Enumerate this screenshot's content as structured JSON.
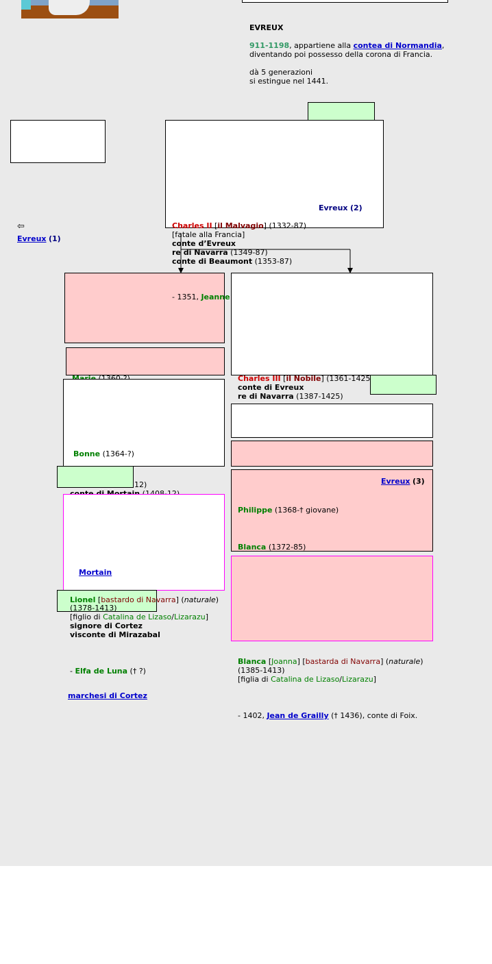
{
  "header": {
    "title": "EVREUX",
    "dates": "911-1198",
    "intro_a": ", appartiene alla ",
    "intro_link": "contea di Normandia",
    "intro_b": ",",
    "intro_line2": "diventando poi possesso della corona di Francia.",
    "generations": "dà 5 generazioni",
    "extinct": "si estingue nel 1441."
  },
  "nav": {
    "back_arrow": "⇦",
    "prev_link": "Evreux",
    "prev_num": "(1)",
    "next_link": "Evreux",
    "next_num": "(2)"
  },
  "charles2": {
    "name": "Charles II",
    "bracket_open": " [",
    "nick": "il Malvagio",
    "bracket_close": "]",
    "dates": " (1332-87)",
    "note": "[fatale alla Francia]",
    "t1": "conte d’Evreux",
    "t2": "re di Navarra",
    "t2d": " (1349-87)",
    "t3": "conte di Beaumont",
    "t3d": " (1353-87)",
    "marriage_prefix": "- 1351, ",
    "spouse": "Jeanne"
  },
  "children_left": {
    "marie": "Marie",
    "marie_d": " (1360-?)",
    "bonne": "Bonne",
    "bonne_d": " (1364-?)",
    "pierre_d": "12)",
    "pierre_t": "conte di Mortain",
    "pierre_td": " (1408-12)",
    "mortain_link": "Mortain",
    "lionel": "Lionel",
    "lionel_b1": " [",
    "lionel_note": "bastardo di Navarra",
    "lionel_b2": "] (",
    "lionel_nat": "naturale",
    "lionel_b3": ")",
    "lionel_d": "(1378-1413)",
    "lionel_f1": "[figlio di ",
    "lionel_m1": "Catalina de Lizaso",
    "lionel_sl": "/",
    "lionel_m2": "Lizarazu",
    "lionel_f2": "]",
    "lionel_t1": "signore di Cortez",
    "lionel_t2": "visconte di Mirazabal",
    "lionel_sp_prefix": "- ",
    "lionel_sp": "Elfa de Luna",
    "lionel_sp_d": " († ?)",
    "cortez_link": "marchesi di Cortez"
  },
  "children_right": {
    "charles3": "Charles III",
    "c3_b1": " [",
    "c3_nick": "il Nobile",
    "c3_b2": "]",
    "c3_d": " (1361-1425)",
    "c3_t1": "conte di Evreux",
    "c3_t2": "re di Navarra",
    "c3_t2d": " (1387-1425)",
    "evreux3_link": "Evreux",
    "evreux3_num": "(3)",
    "philippe": "Philippe",
    "philippe_d": " (1368-† giovane)",
    "blanca1": "Blanca",
    "blanca1_d": " (1372-85)",
    "blanca2": "Blanca",
    "b2_b1": " [",
    "b2_alt": "Joanna",
    "b2_b2": "] [",
    "b2_note": "bastarda di Navarra",
    "b2_b3": "] (",
    "b2_nat": "naturale",
    "b2_b4": ")",
    "b2_d": "(1385-1413)",
    "b2_f1": "[figlia di ",
    "b2_m1": "Catalina de Lizaso",
    "b2_sl": "/",
    "b2_m2": "Lizarazu",
    "b2_f2": "]",
    "b2_sp_prefix": "- 1402, ",
    "b2_sp": "Jean de Grailly",
    "b2_sp_d": " († 1436), conte di Foix."
  }
}
